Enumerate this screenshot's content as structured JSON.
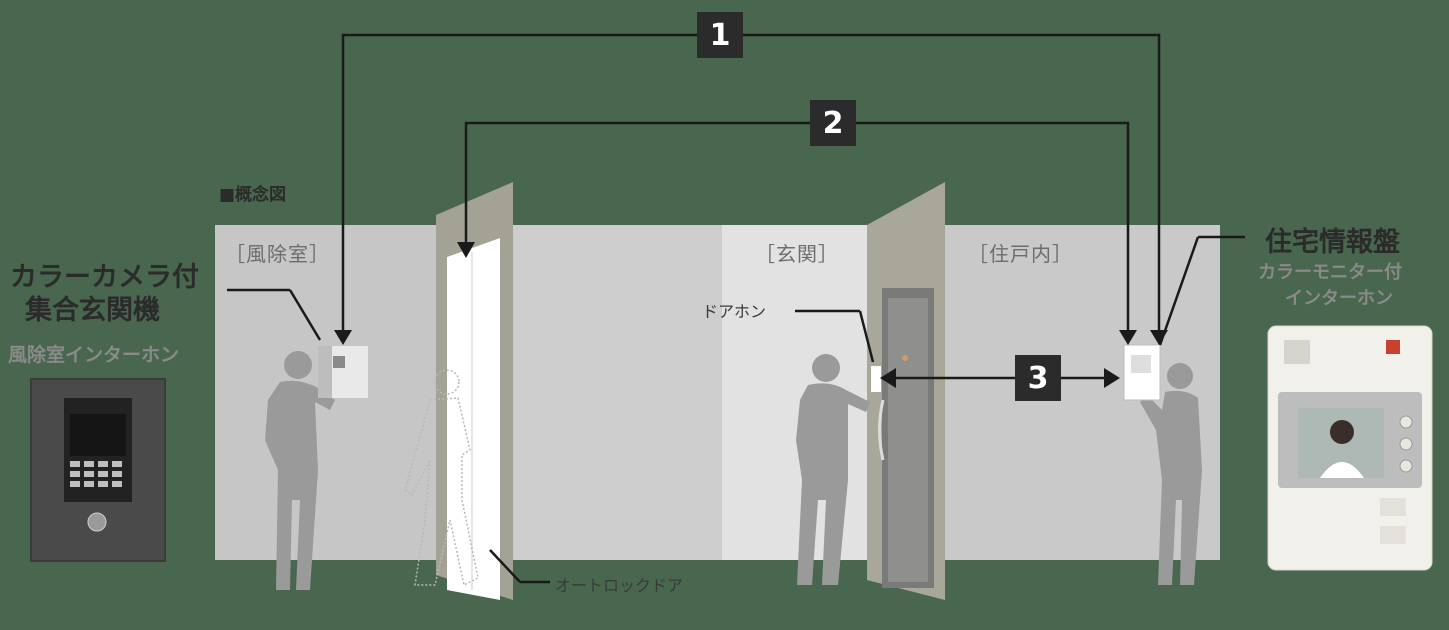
{
  "diagram_title": "■概念図",
  "rooms": {
    "vestibule": "［風除室］",
    "entrance": "［玄関］",
    "unit": "［住戸内］"
  },
  "left_device": {
    "title_line1": "カラーカメラ付",
    "title_line2": "集合玄関機",
    "subtitle": "風除室インターホン"
  },
  "right_device": {
    "title": "住宅情報盤",
    "subtitle_line1": "カラーモニター付",
    "subtitle_line2": "インターホン"
  },
  "door_phone_label": "ドアホン",
  "auto_lock_label": "オートロックドア",
  "badges": [
    "1",
    "2",
    "3"
  ],
  "colors": {
    "background": "#49664f",
    "wall": "#c9c9c9",
    "line": "#1a1a1a",
    "badge": "#2b2b2b",
    "silhouette": "#9a9a9a"
  }
}
